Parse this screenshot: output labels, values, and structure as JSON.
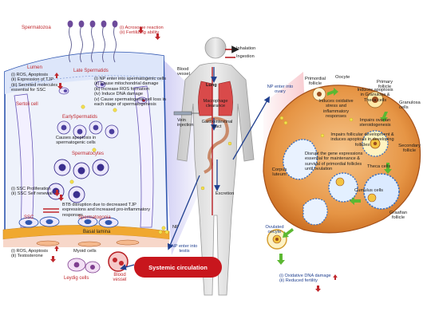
{
  "top": {
    "spermatozoa_label": "Spermatozoa",
    "effects": [
      "(i) Acrosome reaction",
      "(ii) Fertilizing ability"
    ]
  },
  "testis": {
    "lumen_label": "Lumen",
    "lumen_effects": [
      "(i)   ROS, Apoptosis",
      "(ii)  Expression of TJP",
      "(iii) Secreted molecules",
      "      essential for SSC"
    ],
    "late_spermatids_label": "Late Spermatids",
    "np_effects": [
      "(i)   NP enter into spermatogenic cells",
      "(ii)  Cause mitochondrial damage",
      "(iii) Increase ROS formation",
      "(iv)  Induce DNA damage",
      "(v)   Cause spermatogenic cell loss in",
      "       each stage of spermatogenesis"
    ],
    "sertoli_label": "Sertoli cell",
    "early_spermatids_label": "EarlySpermatids",
    "early_effect": "Causes apoptosis in spermatogenic cells",
    "spermatocytes_label": "Spermatocytes",
    "ssc_effects": [
      "(i)  SSC Proliferation",
      "(ii) SSC Self renewal"
    ],
    "btb_effect": "BTB disruption due to decreased TJP expressions and increased pro-inflammatory responses",
    "ssc_label": "SSC",
    "spermatogonia_label": "Spermatogonia",
    "basal_lamina_label": "Basal lamina",
    "myoid_label": "Myoid cells",
    "leydig_effects": [
      "(i)  ROS, Apoptosis",
      "(ii) Testosterone"
    ],
    "leydig_label": "Leydig cells",
    "blood_vessel_label": "Blood vessel"
  },
  "body": {
    "inhalation": "Inhalation",
    "ingestion": "Ingestion",
    "blood_vessel": "Blood vessel",
    "lung": "Lung",
    "macrophage": "Macrophage clearance",
    "vein": "Vein injection",
    "gi": "Gastrointestinal tract",
    "excretion": "Excretion",
    "np_legend": "NP",
    "np_enter_testis": "NP enter into testis",
    "systemic": "Systemic circulation"
  },
  "ovary": {
    "np_enter_ovary": "NP enter into ovary",
    "primordial": "Primordial follicle",
    "oocyte": "Oocyte",
    "primary": "Primary follicle",
    "granulosa": "Granulosa cells",
    "induces_oxidative": "Induces oxidative stress and inflammatory responses",
    "induces_apoptosis": "Induces apoptosis in Granulosa & Theca cells",
    "impairs_steroid": "Impairs ovarian steroidogenesis",
    "impairs_follicular": "Impairs follicular development & induces apoptosis in developing follicles",
    "disrupt_gene": "Disrupt the gene expressions essential for maintenance & survival of primordial follicles until ovulation",
    "corpus": "Corpus luteum",
    "secondary": "Secondary follicle",
    "theca": "Theca cells",
    "cumulus": "Cumulus cells",
    "graafian": "Graafian follicle",
    "ovulated": "Ovulated oocyte",
    "oocyte_effects": [
      "(i)  Oxidative DNA damage",
      "(ii) Reduced fertility"
    ]
  },
  "colors": {
    "arrow_up": "#c0282d",
    "arrow_down": "#c0282d",
    "blue_arrow": "#1f3f8f",
    "systemic_bar": "#c8161d",
    "ovary_fill": "#d9822b",
    "lamina": "#f0a830",
    "tubule_fill": "#eef2fb",
    "green_arrow": "#5cb832"
  }
}
